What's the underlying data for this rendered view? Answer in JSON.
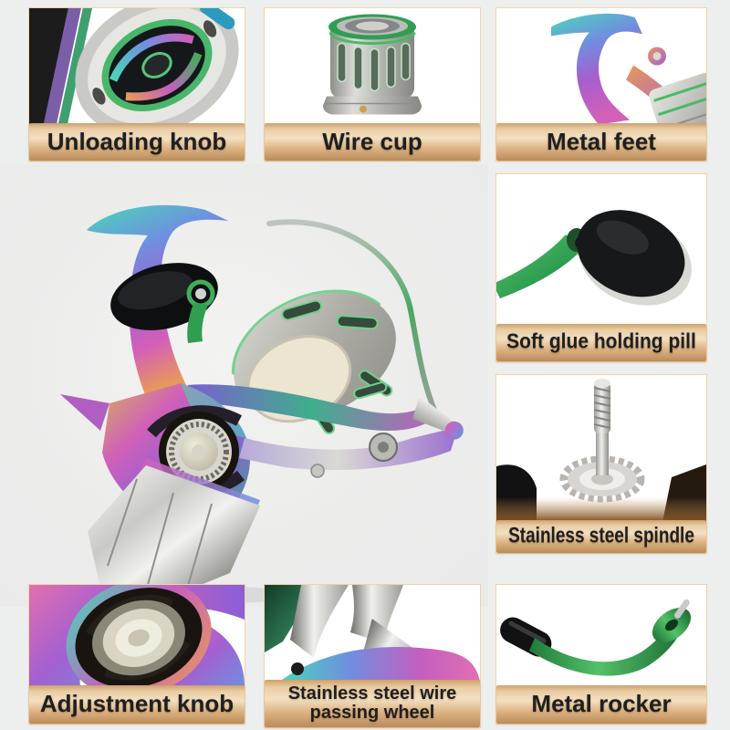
{
  "page": {
    "background_color": "#edeeee",
    "tile_background": "#ffffff",
    "tile_border_color": "#f0d3a6"
  },
  "banner": {
    "gradient_top": "#cfa06c",
    "gradient_light": "#f3e0c2",
    "gradient_bottom": "#bb8b5a",
    "text_color": "#1f1f1f"
  },
  "accents": {
    "green": "#3fae5c",
    "silver": "#c9c9c6",
    "iridescent": [
      "#49d8b8",
      "#7f6fe0",
      "#c45fc0",
      "#e8875a"
    ]
  },
  "main_image": {
    "photo": "rainbow-iridescent-spinning-reel"
  },
  "tiles": [
    {
      "id": "unloading-knob",
      "label": "Unloading knob",
      "photo": "spool-front-closeup"
    },
    {
      "id": "wire-cup",
      "label": "Wire cup",
      "photo": "spare-spool-cylinder"
    },
    {
      "id": "metal-feet",
      "label": "Metal feet",
      "photo": "reel-foot-stem"
    },
    {
      "id": "soft-glue-holding-pill",
      "label": "Soft glue holding pill",
      "photo": "black-handle-knob"
    },
    {
      "id": "stainless-steel-spindle",
      "label": "Stainless steel spindle",
      "photo": "threaded-spindle"
    },
    {
      "id": "adjustment-knob",
      "label": "Adjustment knob",
      "photo": "drag-knob-closeup"
    },
    {
      "id": "wire-passing-wheel",
      "label_line1": "Stainless steel wire",
      "label_line2": "passing wheel",
      "photo": "line-roller-closeup"
    },
    {
      "id": "metal-rocker",
      "label": "Metal rocker",
      "photo": "green-handle-arm"
    }
  ]
}
